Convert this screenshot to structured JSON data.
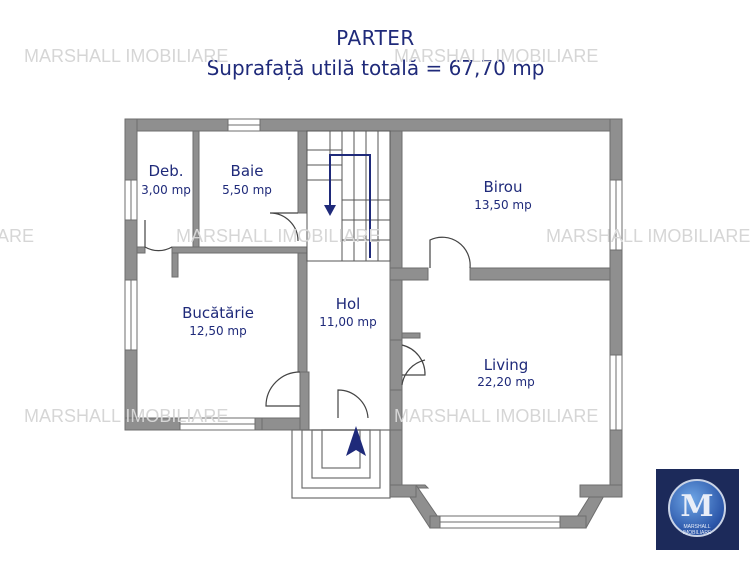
{
  "title": "PARTER",
  "subtitle": "Suprafață utilă totală = 67,70 mp",
  "watermark": "MARSHALL IMOBILIARE",
  "watermark_partial": "IARE",
  "logo": {
    "letter": "M",
    "caption": "MARSHALL IMOBILIARE"
  },
  "rooms": [
    {
      "id": "deb",
      "name": "Deb.",
      "area": "3,00 mp"
    },
    {
      "id": "baie",
      "name": "Baie",
      "area": "5,50 mp"
    },
    {
      "id": "birou",
      "name": "Birou",
      "area": "13,50 mp"
    },
    {
      "id": "bucatarie",
      "name": "Bucătărie",
      "area": "12,50 mp"
    },
    {
      "id": "hol",
      "name": "Hol",
      "area": "11,00 mp"
    },
    {
      "id": "living",
      "name": "Living",
      "area": "22,20 mp"
    }
  ],
  "colors": {
    "wall": "#8f8f8f",
    "wall_edge": "#6e6e6e",
    "text": "#1f2a7a",
    "arrow": "#1f2a7a",
    "watermark": "#d6d6d6",
    "logo_bg": "#1c2a5a"
  }
}
